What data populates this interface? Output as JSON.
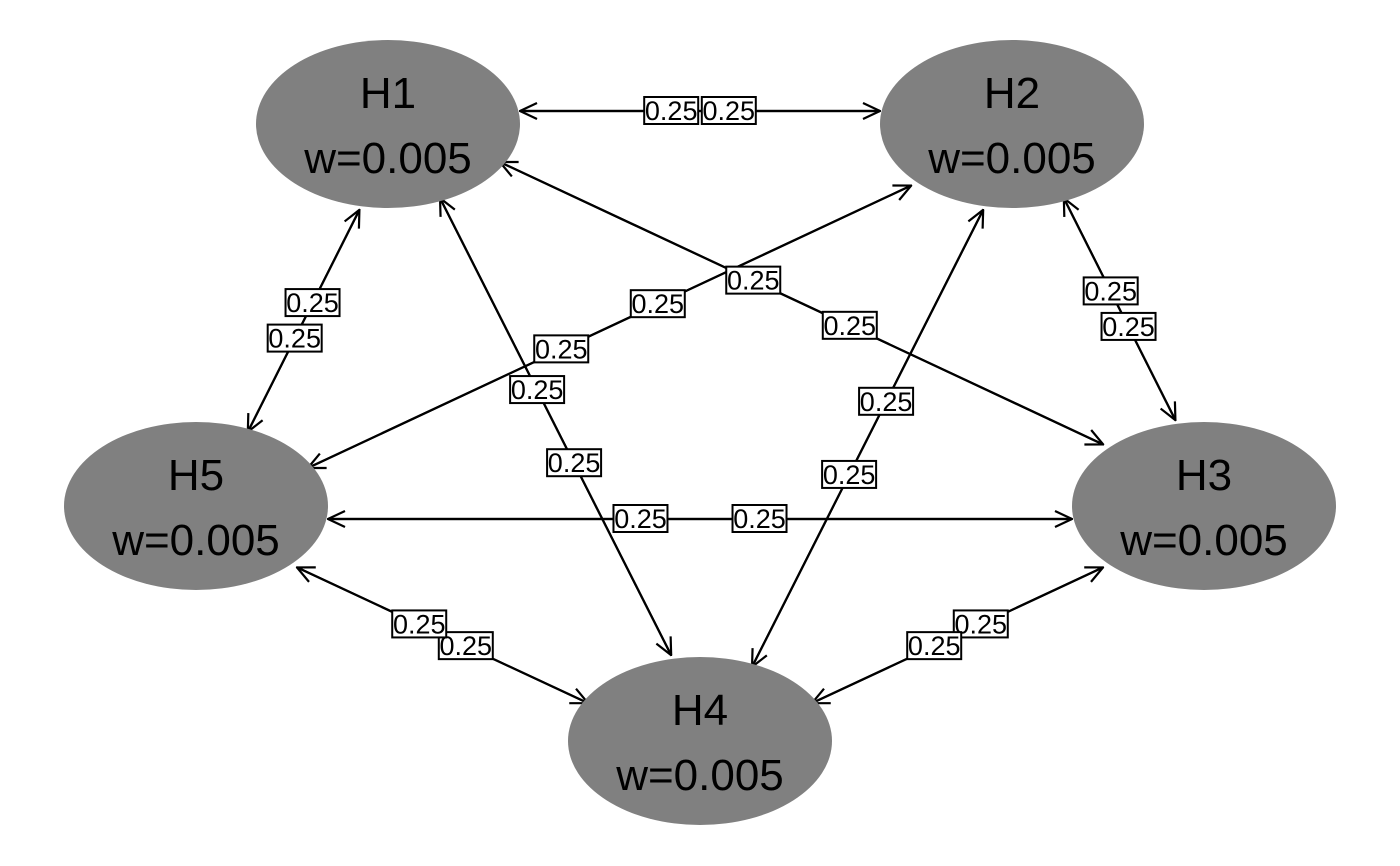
{
  "nodes": [
    {
      "id": "H1",
      "name": "H1",
      "weight": "w=0.005"
    },
    {
      "id": "H2",
      "name": "H2",
      "weight": "w=0.005"
    },
    {
      "id": "H3",
      "name": "H3",
      "weight": "w=0.005"
    },
    {
      "id": "H4",
      "name": "H4",
      "weight": "w=0.005"
    },
    {
      "id": "H5",
      "name": "H5",
      "weight": "w=0.005"
    }
  ],
  "edges": [
    {
      "from": "H1",
      "to": "H2",
      "label": "0.25"
    },
    {
      "from": "H2",
      "to": "H1",
      "label": "0.25"
    },
    {
      "from": "H1",
      "to": "H3",
      "label": "0.25"
    },
    {
      "from": "H3",
      "to": "H1",
      "label": "0.25"
    },
    {
      "from": "H1",
      "to": "H4",
      "label": "0.25"
    },
    {
      "from": "H4",
      "to": "H1",
      "label": "0.25"
    },
    {
      "from": "H1",
      "to": "H5",
      "label": "0.25"
    },
    {
      "from": "H5",
      "to": "H1",
      "label": "0.25"
    },
    {
      "from": "H2",
      "to": "H3",
      "label": "0.25"
    },
    {
      "from": "H3",
      "to": "H2",
      "label": "0.25"
    },
    {
      "from": "H2",
      "to": "H4",
      "label": "0.25"
    },
    {
      "from": "H4",
      "to": "H2",
      "label": "0.25"
    },
    {
      "from": "H2",
      "to": "H5",
      "label": "0.25"
    },
    {
      "from": "H5",
      "to": "H2",
      "label": "0.25"
    },
    {
      "from": "H3",
      "to": "H4",
      "label": "0.25"
    },
    {
      "from": "H4",
      "to": "H3",
      "label": "0.25"
    },
    {
      "from": "H3",
      "to": "H5",
      "label": "0.25"
    },
    {
      "from": "H5",
      "to": "H3",
      "label": "0.25"
    },
    {
      "from": "H4",
      "to": "H5",
      "label": "0.25"
    },
    {
      "from": "H5",
      "to": "H4",
      "label": "0.25"
    }
  ],
  "colors": {
    "node_fill": "#808080",
    "edge": "#000000",
    "background": "#ffffff"
  }
}
